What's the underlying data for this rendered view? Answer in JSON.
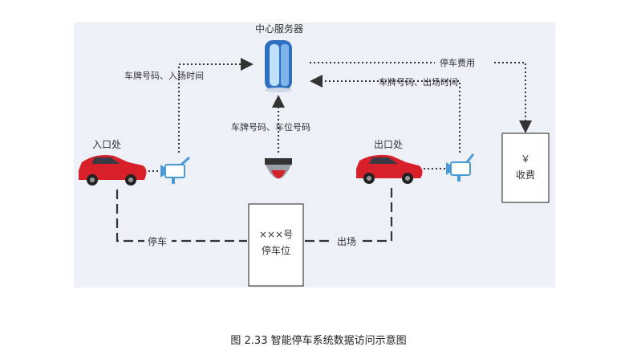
{
  "nodes": {
    "server": "中心服务器",
    "entrance": "入口处",
    "exit": "出口处",
    "parking_line1": "×××号",
    "parking_line2": "停车位",
    "toll_line1": "￥",
    "toll_line2": "收费"
  },
  "edges": {
    "entrance_to_server": "车牌号码、入场时间",
    "camera_to_server": "车牌号码、车位号码",
    "server_to_toll": "停车费用",
    "exit_to_server": "车牌号码、出场时间",
    "entrance_to_spot": "停车",
    "spot_to_exit": "出场"
  },
  "caption": "图 2.33 智能停车系统数据访问示意图",
  "colors": {
    "panel": "#eef0f7",
    "car_red": "#d8202a",
    "server_blue": "#3a7fd0",
    "camera_blue": "#4a9ad8"
  }
}
